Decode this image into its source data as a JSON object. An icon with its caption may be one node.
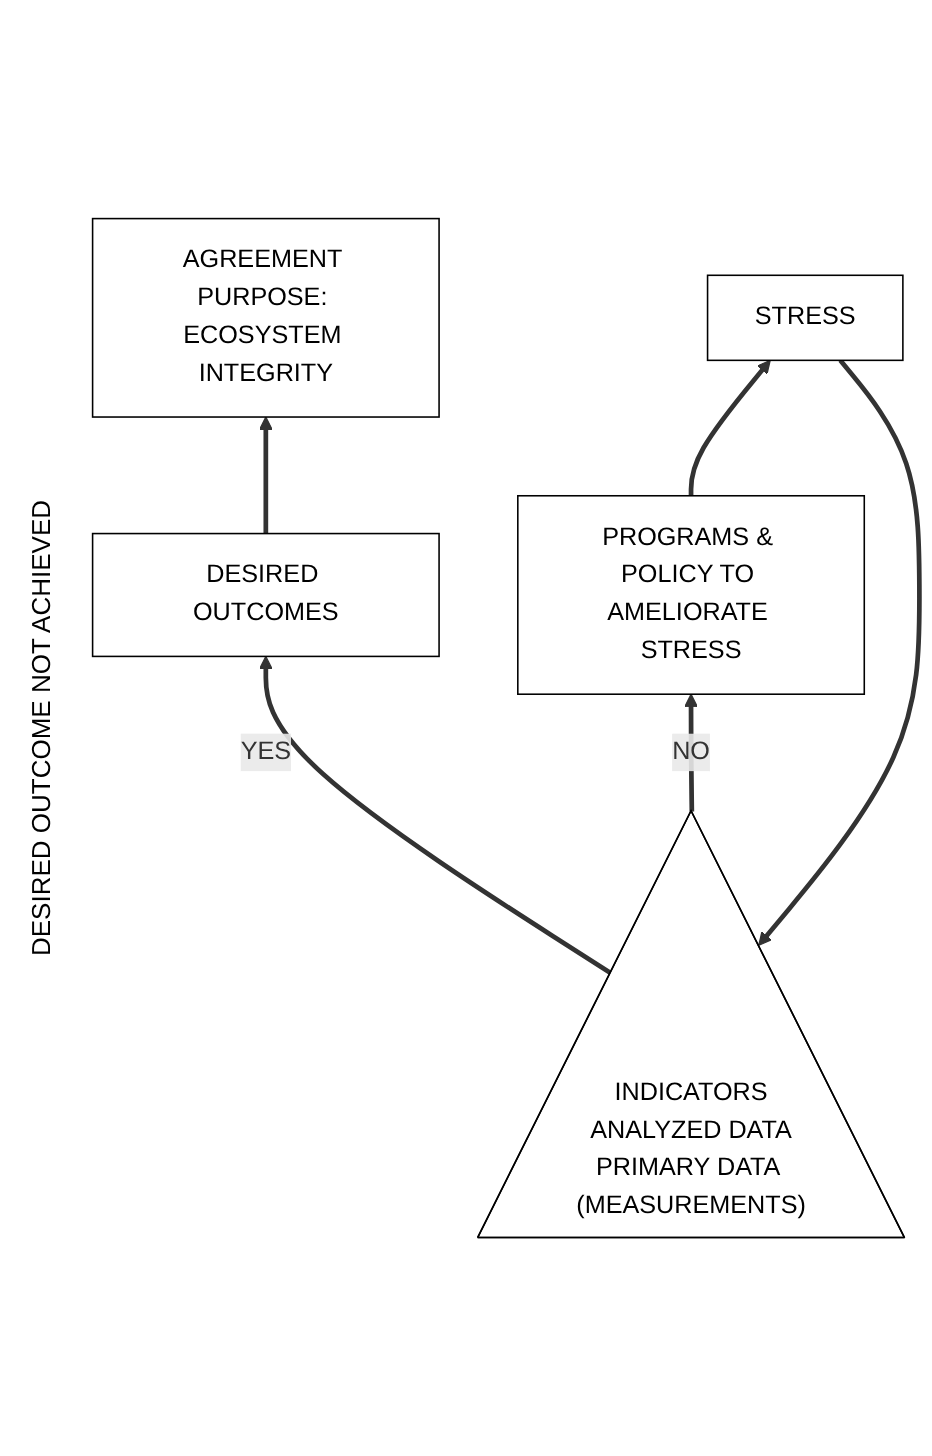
{
  "diagram": {
    "nodes": [
      {
        "text": [
          "AGREEMENT PURPOSE: ECOSYSTEM INTEGRITY"
        ]
      },
      {
        "text": [
          "DESIRED OUTCOMES"
        ]
      },
      {
        "text": [
          "INDICATORS",
          "ANALYZED DATA",
          "PRIMARY DATA (MEASUREMENTS)"
        ]
      },
      {
        "text": [
          "PROGRAMS & POLICY TO AMELIORATE STRESS"
        ]
      },
      {
        "text": [
          "STRESS"
        ]
      }
    ],
    "edges": [
      {
        "from": 1,
        "to": 0,
        "arrow": "to"
      },
      {
        "from": 2,
        "to": 1,
        "arrow": "to",
        "label": "YES"
      },
      {
        "from": 2,
        "to": 3,
        "arrow": "to",
        "label": "NO"
      },
      {
        "from": 3,
        "to": 4,
        "arrow": "to"
      },
      {
        "from": 4,
        "to": 2,
        "arrow": "to"
      }
    ],
    "labels": [
      "DESIRED OUTCOME NOT ACHIEVED"
    ]
  }
}
